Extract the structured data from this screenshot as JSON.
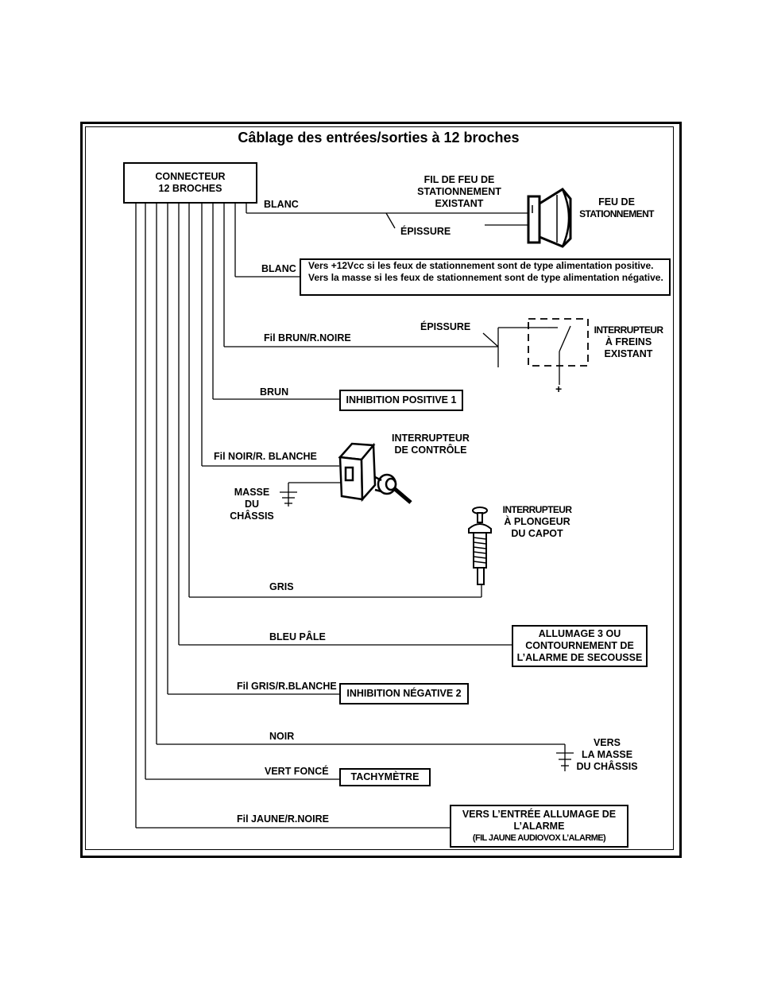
{
  "title": "Câblage des entrées/sorties à 12 broches",
  "connector": {
    "line1": "CONNECTEUR",
    "line2": "12 BROCHES"
  },
  "wires": {
    "blanc_1": "BLANC",
    "blanc_2": "BLANC",
    "brun_noire": "Fil BRUN/R.NOIRE",
    "brun": "BRUN",
    "noir_blanche": "Fil NOIR/R. BLANCHE",
    "gris": "GRIS",
    "bleu_pale": "BLEU PÂLE",
    "gris_blanche": "Fil GRIS/R.BLANCHE",
    "noir": "NOIR",
    "vert_fonce": "VERT FONCÉ",
    "jaune_noire": "Fil JAUNE/R.NOIRE"
  },
  "parking": {
    "wire_label": [
      "FIL DE FEU DE",
      "STATIONNEMENT",
      "EXISTANT"
    ],
    "splice": "ÉPISSURE",
    "lamp_label": [
      "FEU DE",
      "STATIONNEMENT"
    ]
  },
  "polarity_note": [
    "Vers +12Vcc si les feux de stationnement sont de type alimentation positive.",
    "Vers la masse si les feux de stationnement sont de type alimentation négative."
  ],
  "brake": {
    "splice": "ÉPISSURE",
    "label": [
      "INTERRUPTEUR",
      "À FREINS",
      "EXISTANT"
    ],
    "plus": "+"
  },
  "inhibit_positive": "INHIBITION POSITIVE 1",
  "control_switch": {
    "label": [
      "INTERRUPTEUR",
      "DE CONTRÔLE"
    ],
    "ground": [
      "MASSE",
      "DU",
      "CHÂSSIS"
    ]
  },
  "hood_switch": {
    "label": [
      "INTERRUPTEUR",
      "À PLONGEUR",
      "DU CAPOT"
    ]
  },
  "ignition3": [
    "ALLUMAGE 3 OU",
    "CONTOURNEMENT DE",
    "L’ALARME DE SECOUSSE"
  ],
  "inhibit_negative": "INHIBITION NÉGATIVE 2",
  "ground_right": [
    "VERS",
    "LA MASSE",
    "DU CHÂSSIS"
  ],
  "tach": "TACHYMÈTRE",
  "ignition_input": [
    "VERS L’ENTRÉE ALLUMAGE DE",
    "L’ALARME",
    "(FIL JAUNE AUDIOVOX L’ALARME)"
  ]
}
